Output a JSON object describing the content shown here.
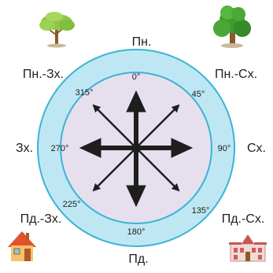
{
  "directions": {
    "north": "Пн.",
    "south": "Пд.",
    "east": "Сх.",
    "west": "Зх.",
    "northwest": "Пн.-Зх.",
    "northeast": "Пн.-Сх.",
    "southwest": "Пд.-Зх.",
    "southeast": "Пд.-Сх."
  },
  "degrees": {
    "d0": "0°",
    "d45": "45°",
    "d90": "90°",
    "d135": "135°",
    "d180": "180°",
    "d225": "225°",
    "d270": "270°",
    "d315": "315°"
  },
  "icons": {
    "top_left": "tree-icon",
    "top_right": "tree-icon",
    "bottom_left": "house-icon",
    "bottom_right": "school-building-icon"
  },
  "colors": {
    "outer_ring": "#bfe7f3",
    "inner_disc": "#e6e0ee",
    "ring_stroke": "#3bb3d6",
    "arrows": "#1e1e1e",
    "text": "#1e1e1e"
  }
}
